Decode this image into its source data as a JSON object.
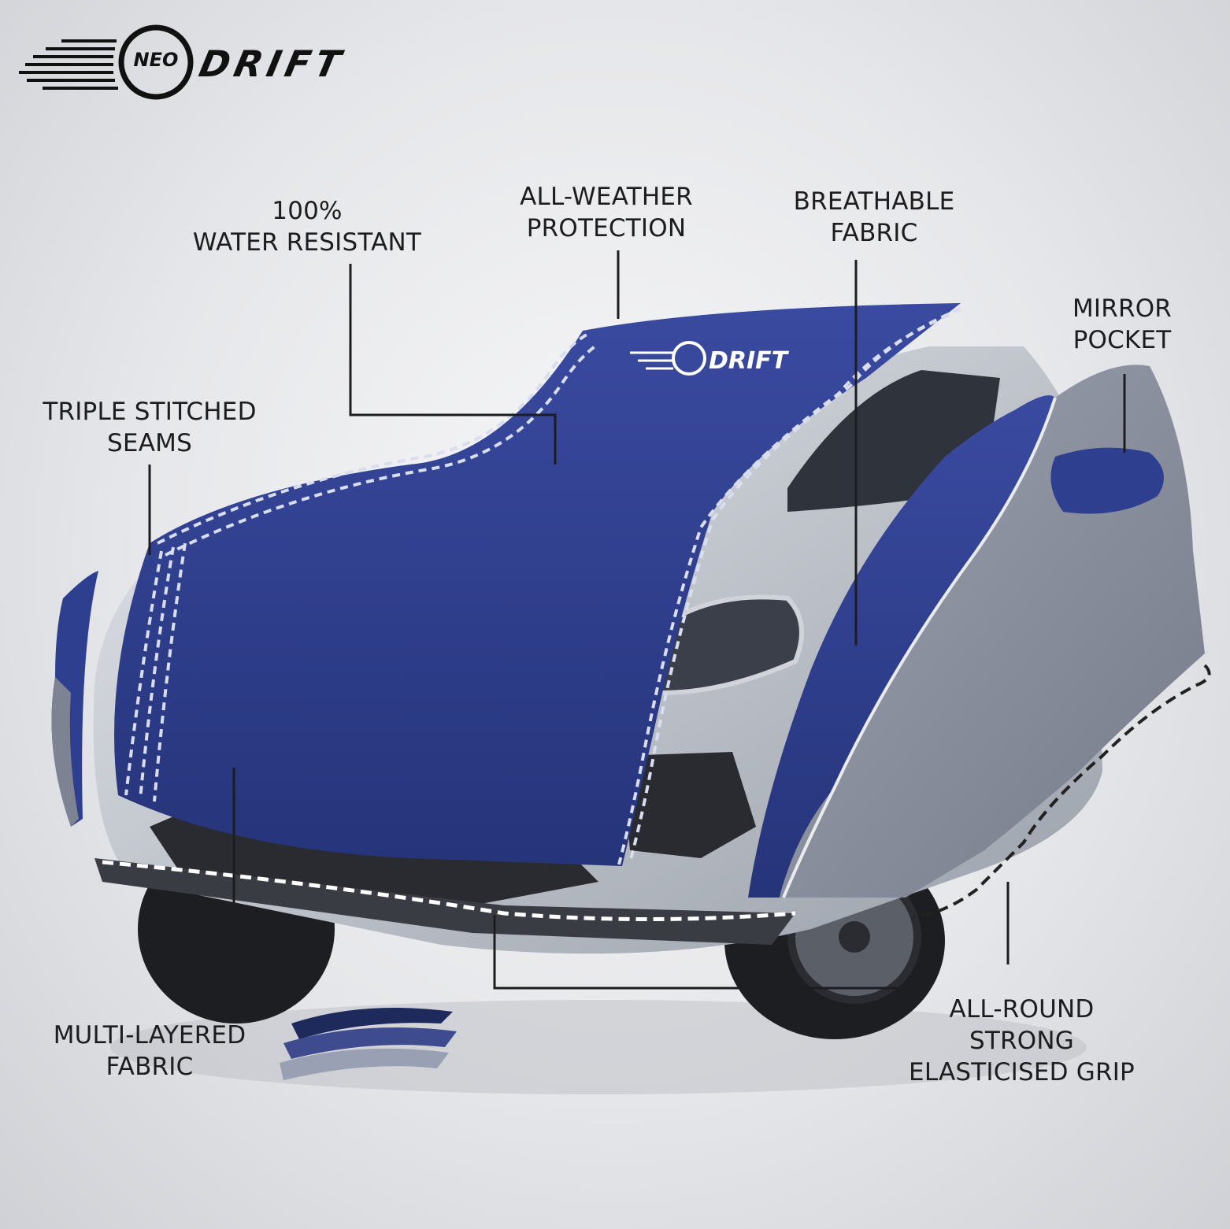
{
  "brand": {
    "logo_prefix": "NEO",
    "logo_name": "DRIFT"
  },
  "features": {
    "water_resistant": {
      "line1": "100%",
      "line2": "WATER RESISTANT"
    },
    "all_weather": {
      "line1": "ALL-WEATHER",
      "line2": "PROTECTION"
    },
    "breathable": {
      "line1": "BREATHABLE",
      "line2": "FABRIC"
    },
    "mirror_pocket": {
      "line1": "MIRROR",
      "line2": "POCKET"
    },
    "triple_stitched": {
      "line1": "TRIPLE STITCHED",
      "line2": "SEAMS"
    },
    "multi_layered": {
      "line1": "MULTI-LAYERED",
      "line2": "FABRIC"
    },
    "elastic_grip": {
      "line1": "ALL-ROUND",
      "line2": "STRONG",
      "line3": "ELASTICISED GRIP"
    }
  },
  "colors": {
    "cover_blue": "#2f3f8f",
    "cover_grey": "#8a8f9e",
    "car_silver": "#c4c8cf",
    "leader_line": "#1d1d1f"
  }
}
